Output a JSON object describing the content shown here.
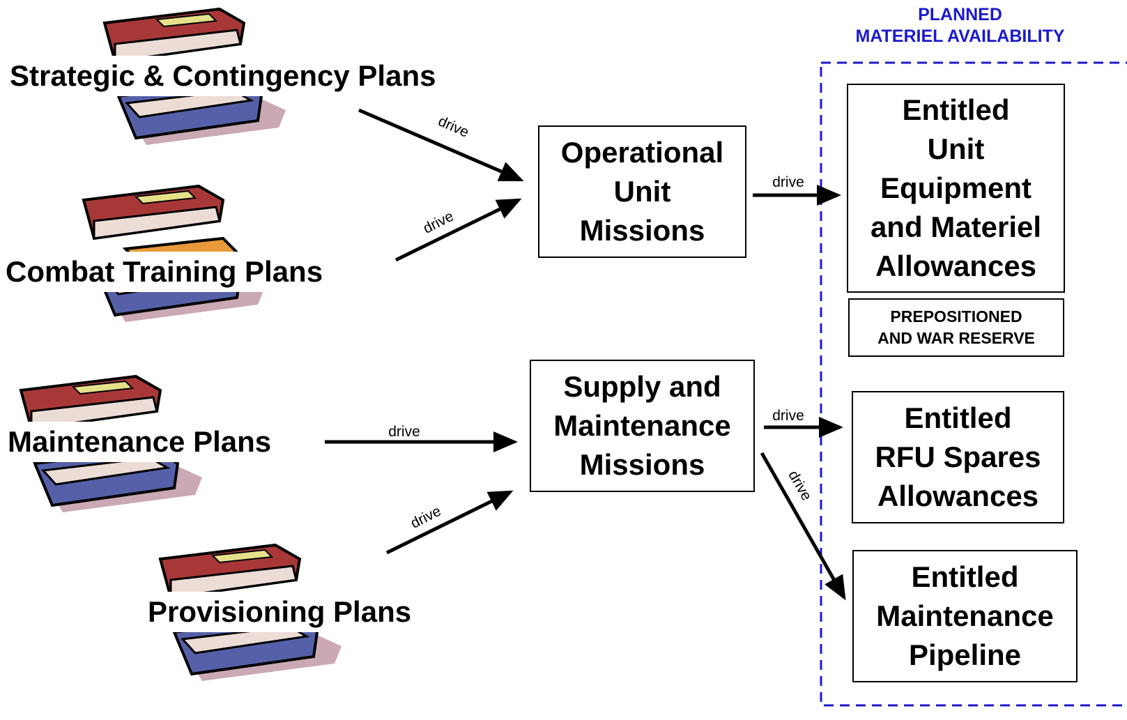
{
  "plans": {
    "strategic": "Strategic & Contingency Plans",
    "combat": "Combat Training Plans",
    "maintenance": "Maintenance Plans",
    "provisioning": "Provisioning Plans"
  },
  "missions": {
    "operational": [
      "Operational",
      "Unit",
      "Missions"
    ],
    "supply": [
      "Supply and",
      "Maintenance",
      "Missions"
    ]
  },
  "availability": {
    "title": [
      "PLANNED",
      "MATERIEL AVAILABILITY"
    ],
    "unit_equipment": [
      "Entitled",
      "Unit",
      "Equipment",
      "and Materiel",
      "Allowances"
    ],
    "prepositioned": [
      "PREPOSITIONED",
      "AND WAR RESERVE"
    ],
    "rfu_spares": [
      "Entitled",
      "RFU Spares",
      "Allowances"
    ],
    "pipeline": [
      "Entitled",
      "Maintenance",
      "Pipeline"
    ]
  },
  "edge_label": "drive",
  "colors": {
    "accent_blue": "#1a1acc",
    "book_red": "#a83838",
    "book_blue": "#5560a8",
    "book_pages": "#ecdcd6",
    "book_orange": "#e89a3a",
    "shadow": "#caa8b4"
  },
  "icons": [
    "book-stack-icon"
  ]
}
